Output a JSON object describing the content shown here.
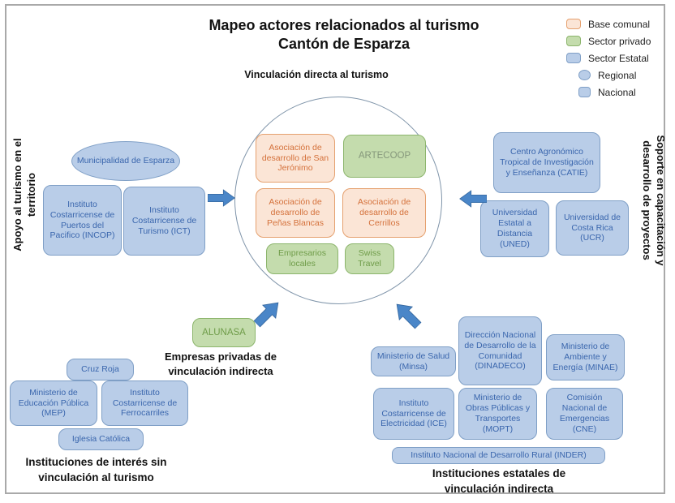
{
  "title": {
    "line1": "Mapeo actores relacionados al turismo",
    "line2": "Cantón de Esparza"
  },
  "subtitle": "Vinculación directa al turismo",
  "legend": {
    "items": [
      {
        "label": "Base comunal",
        "swatch": "peach-rounded-rect"
      },
      {
        "label": "Sector privado",
        "swatch": "green-rounded-rect"
      },
      {
        "label": "Sector Estatal",
        "swatch": "blue-rounded-rect"
      },
      {
        "label": "Regional",
        "swatch": "blue-circle"
      },
      {
        "label": "Nacional",
        "swatch": "blue-rounded-rect"
      }
    ]
  },
  "side_labels": {
    "left_line1": "Apoyo al turismo en el",
    "left_line2": "territorio",
    "right_line1": "Soporte en capacitación y",
    "right_line2": "desarrollo de proyectos"
  },
  "circle_group": {
    "san_jeronimo": "Asociación de desarrollo de San Jerónimo",
    "artecoop": "ARTECOOP",
    "penas_blancas": "Asociación de desarrollo de Peñas Blancas",
    "cerrillos": "Asociación de desarrollo de Cerrillos",
    "empresarios_locales": "Empresarios locales",
    "swiss_travel": "Swiss Travel"
  },
  "left_group": {
    "municipalidad": "Municipalidad de Esparza",
    "incop": "Instituto Costarricense de Puertos del Pacifico (INCOP)",
    "ict": "Instituto Costarricense de Turismo (ICT)"
  },
  "right_group": {
    "catie": "Centro Agronómico Tropical de Investigación y Enseñanza (CATIE)",
    "uned": "Universidad Estatal a Distancia (UNED)",
    "ucr": "Universidad de Costa Rica (UCR)"
  },
  "bottom_left_group": {
    "cruz_roja": "Cruz Roja",
    "mep": "Ministerio de Educación Pública (MEP)",
    "ferrocarriles": "Instituto Costarricense de Ferrocarriles",
    "iglesia": "Iglesia Católica",
    "label_line1": "Instituciones de interés sin",
    "label_line2": "vinculación al turismo"
  },
  "bottom_center_group": {
    "alunasa": "ALUNASA",
    "label_line1": "Empresas privadas de",
    "label_line2": "vinculación indirecta"
  },
  "bottom_right_group": {
    "minsa": "Ministerio de Salud (Minsa)",
    "dinadeco": "Dirección Nacional de Desarrollo de la Comunidad (DINADECO)",
    "minae": "Ministerio de Ambiente y Energía (MINAE)",
    "ice": "Instituto Costarricense de Electricidad (ICE)",
    "mopt": "Ministerio de Obras Públicas y Transportes (MOPT)",
    "cne": "Comisión Nacional de Emergencias (CNE)",
    "inder": "Instituto Nacional de Desarrollo Rural (INDER)",
    "label_line1": "Instituciones estatales de",
    "label_line2": "vinculación indirecta"
  },
  "palette": {
    "base_comunal_fill": "#fbe5d6",
    "base_comunal_border": "#e5a06e",
    "base_comunal_text": "#d4713b",
    "sector_privado_fill": "#c4dcad",
    "sector_privado_border": "#8cb56c",
    "sector_privado_text": "#6f9c49",
    "sector_estatal_fill": "#b9cde8",
    "sector_estatal_border": "#7f9fc6",
    "sector_estatal_text": "#3a66ad",
    "arrow_fill": "#4a86c8",
    "circle_border": "#8095aa",
    "frame_border": "#a9a9a9"
  }
}
